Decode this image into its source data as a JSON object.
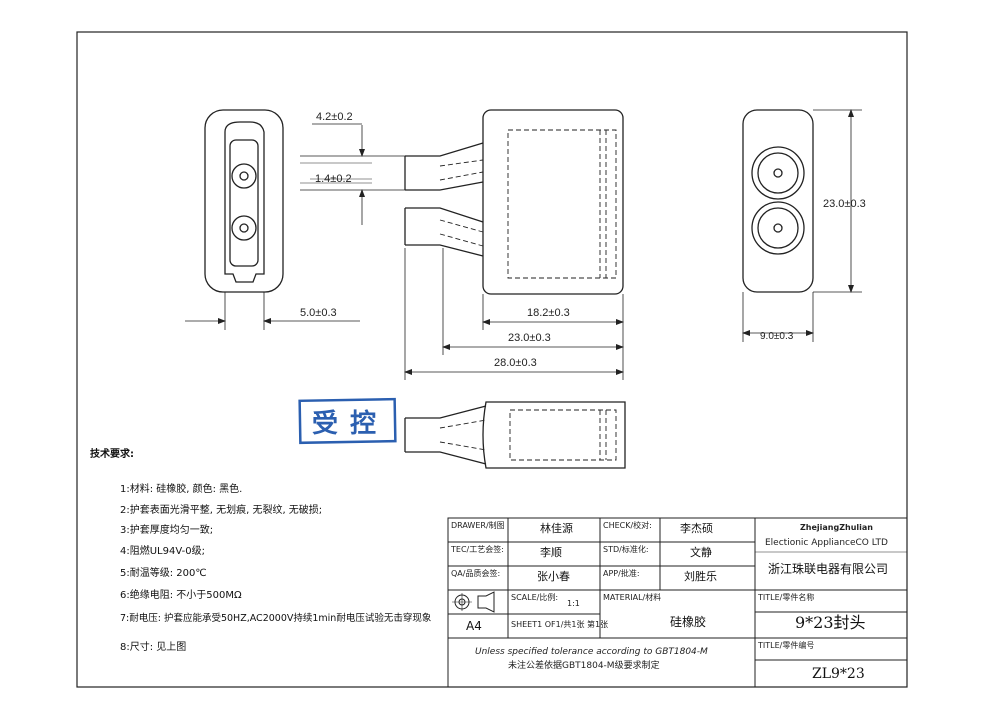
{
  "dims": {
    "d_4_2": "4.2±0.2",
    "d_1_4": "1.4±0.2",
    "d_5_0": "5.0±0.3",
    "d_18_2": "18.2±0.3",
    "d_23_len": "23.0±0.3",
    "d_28_0": "28.0±0.3",
    "d_23_height": "23.0±0.3",
    "d_9_0": "9.0±0.3"
  },
  "stamp": {
    "text": "受控"
  },
  "notes": {
    "heading": "技术要求:",
    "items": [
      "1:材料: 硅橡胶, 颜色: 黑色.",
      "2:护套表面光滑平整, 无划痕, 无裂纹, 无破损;",
      "3:护套厚度均匀一致;",
      "4:阻燃UL94V-0级;",
      "5:耐温等级: 200℃",
      "6:绝缘电阻: 不小于500MΩ",
      "7:耐电压: 护套应能承受50HZ,AC2000V持续1min耐电压试验无击穿现象",
      "8:尺寸: 见上图"
    ]
  },
  "title_block": {
    "drawer_label": "DRAWER/制图",
    "drawer_value": "林佳源",
    "check_label": "CHECK/校对:",
    "check_value": "李杰硕",
    "tec_label": "TEC/工艺会签:",
    "tec_value": "李顺",
    "std_label": "STD/标准化:",
    "std_value": "文静",
    "qa_label": "QA/品质会签:",
    "qa_value": "张小春",
    "app_label": "APP/批准:",
    "app_value": "刘胜乐",
    "scale_label": "SCALE/比例:",
    "scale_value": "1:1",
    "sheet_label": "SHEET1 OF1/共1张 第1张",
    "size_value": "A4",
    "material_label": "MATERIAL/材料",
    "material_value": "硅橡胶",
    "company_en_1": "ZhejiangZhulian",
    "company_en_2": "Electionic ApplianceCO LTD",
    "company_cn": "浙江珠联电器有限公司",
    "title_label": "TITLE/零件名称",
    "title_value": "9*23封头",
    "code_label": "TITLE/零件编号",
    "code_value": "ZL9*23",
    "tolerance_en": "Unless specified tolerance according to GBT1804-M",
    "tolerance_cn": "未注公差依据GBT1804-M级要求制定"
  }
}
